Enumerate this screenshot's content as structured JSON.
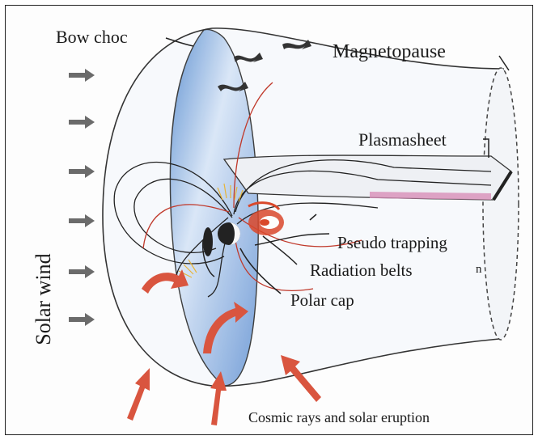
{
  "labels": {
    "bow_shock": "Bow choc",
    "magnetopause": "Magnetopause",
    "plasmasheet": "Plasmasheet",
    "pseudo_trapping": "Pseudo trapping",
    "radiation_belts": "Radiation belts",
    "polar_cap": "Polar cap",
    "stray_mark": "n",
    "cosmic_rays": "Cosmic rays and solar eruption",
    "solar_wind": "Solar wind"
  },
  "colors": {
    "bow_shock_fill": "#5b8fd0",
    "field_lines_red": "#c0392b",
    "radiation_belt": "#d9482b",
    "cosmic_arrows": "#d9553f",
    "plasmasheet_pink": "#d88fb8",
    "aurora_yellow": "#e7b53a"
  }
}
